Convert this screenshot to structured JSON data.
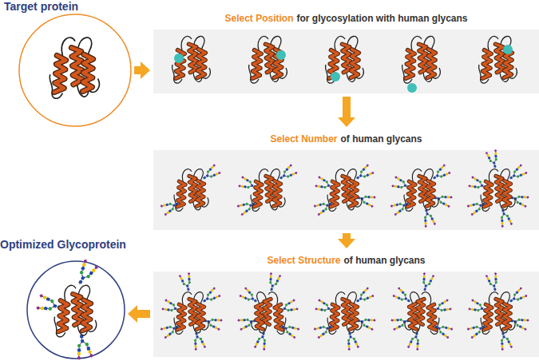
{
  "diagram": {
    "nodes": [
      {
        "text": [
          "Target protein"
        ]
      },
      {
        "text": [
          "Select Position",
          "for glycosylation with human glycans"
        ]
      },
      {
        "text": [
          "Select Number",
          "of human glycans"
        ]
      },
      {
        "text": [
          "Select Structure",
          "of human glycans"
        ]
      },
      {
        "text": [
          "Optimized Glycoprotein"
        ]
      }
    ],
    "edges": [
      {
        "from": 0,
        "to": 1,
        "arrow": "to"
      },
      {
        "from": 1,
        "to": 2,
        "arrow": "to"
      },
      {
        "from": 2,
        "to": 3,
        "arrow": "to"
      },
      {
        "from": 3,
        "to": 4,
        "arrow": "to"
      }
    ]
  }
}
